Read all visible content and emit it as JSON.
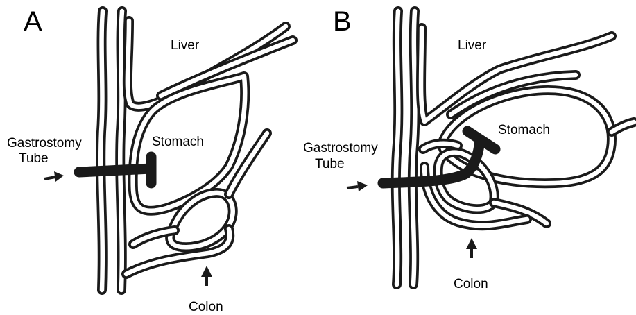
{
  "panels": [
    {
      "letter": "A",
      "labels": {
        "liver": "Liver",
        "stomach": "Stomach",
        "colon": "Colon",
        "tube_line1": "Gastrostomy",
        "tube_line2": "Tube"
      }
    },
    {
      "letter": "B",
      "labels": {
        "liver": "Liver",
        "stomach": "Stomach",
        "colon": "Colon",
        "tube_line1": "Gastrostomy",
        "tube_line2": "Tube"
      }
    }
  ]
}
